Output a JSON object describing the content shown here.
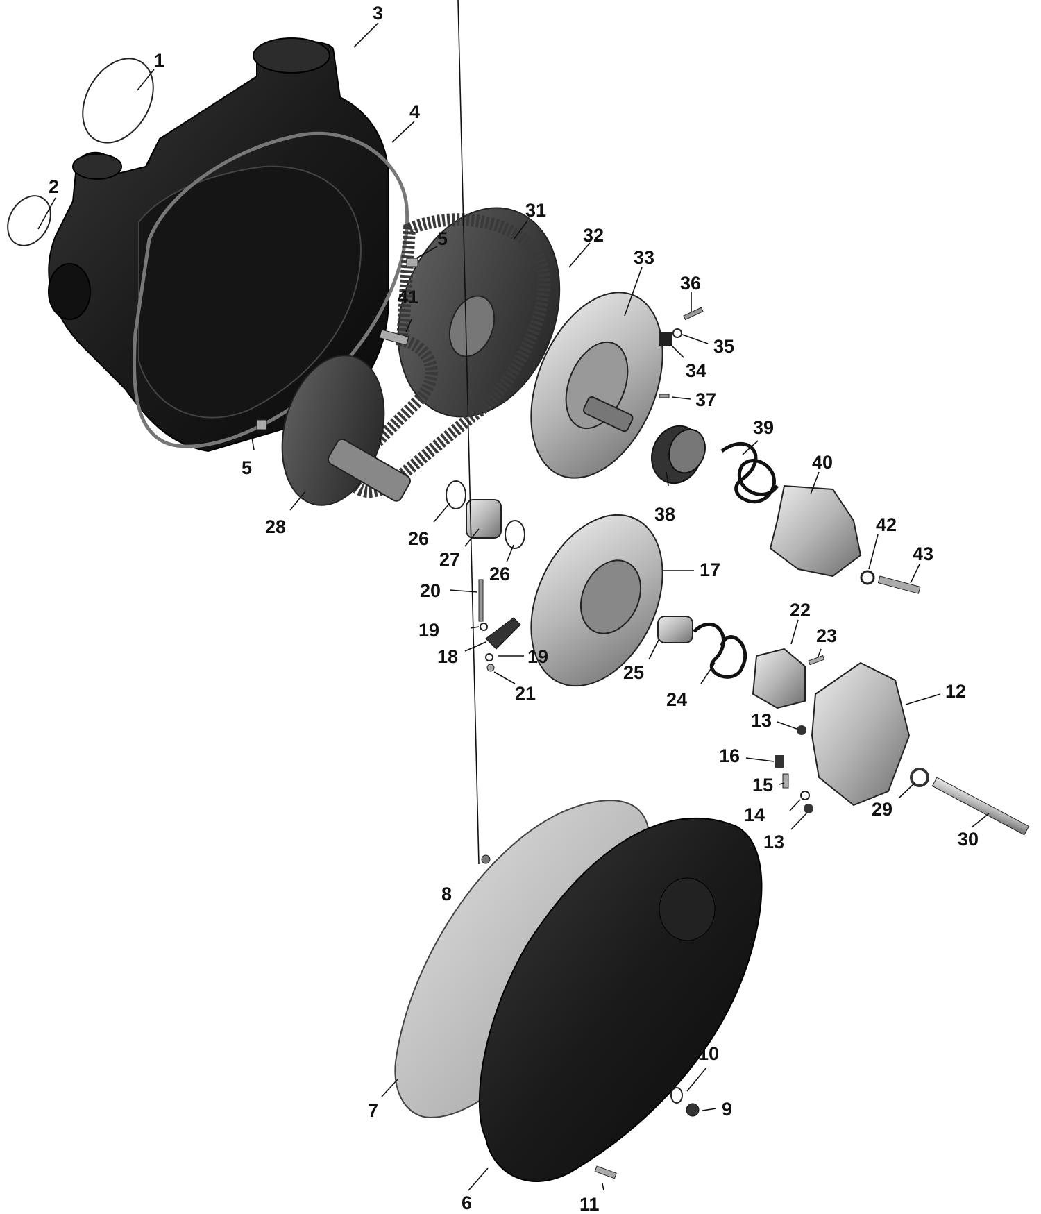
{
  "diagram": {
    "colors": {
      "housing": "#1e1e1e",
      "housing_dark": "#0d0d0d",
      "metal_light": "#d4d4d4",
      "metal_mid": "#9a9a9a",
      "metal_dark": "#555555",
      "line": "#111111",
      "background": "#ffffff"
    },
    "callouts": [
      "1",
      "2",
      "3",
      "4",
      "5",
      "5",
      "6",
      "7",
      "8",
      "9",
      "10",
      "11",
      "12",
      "13",
      "13",
      "14",
      "15",
      "16",
      "17",
      "18",
      "19",
      "19",
      "20",
      "21",
      "22",
      "23",
      "24",
      "25",
      "26",
      "26",
      "27",
      "28",
      "29",
      "30",
      "31",
      "32",
      "33",
      "34",
      "35",
      "36",
      "37",
      "38",
      "39",
      "40",
      "41",
      "42",
      "43"
    ]
  }
}
